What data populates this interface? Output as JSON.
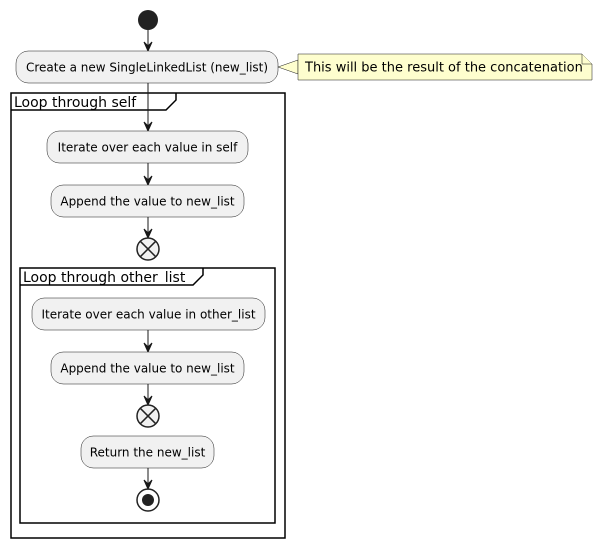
{
  "diagram": {
    "nodes": {
      "create_list": "Create a new SingleLinkedList (new_list)",
      "iterate_self": "Iterate over each value in self",
      "append_self": "Append the value to new_list",
      "iterate_other": "Iterate over each value in other_list",
      "append_other": "Append the value to new_list",
      "return_list": "Return the new_list"
    },
    "note": "This will be the result of the concatenation",
    "groups": {
      "outer": "Loop through self",
      "inner": "Loop through other_list"
    }
  }
}
